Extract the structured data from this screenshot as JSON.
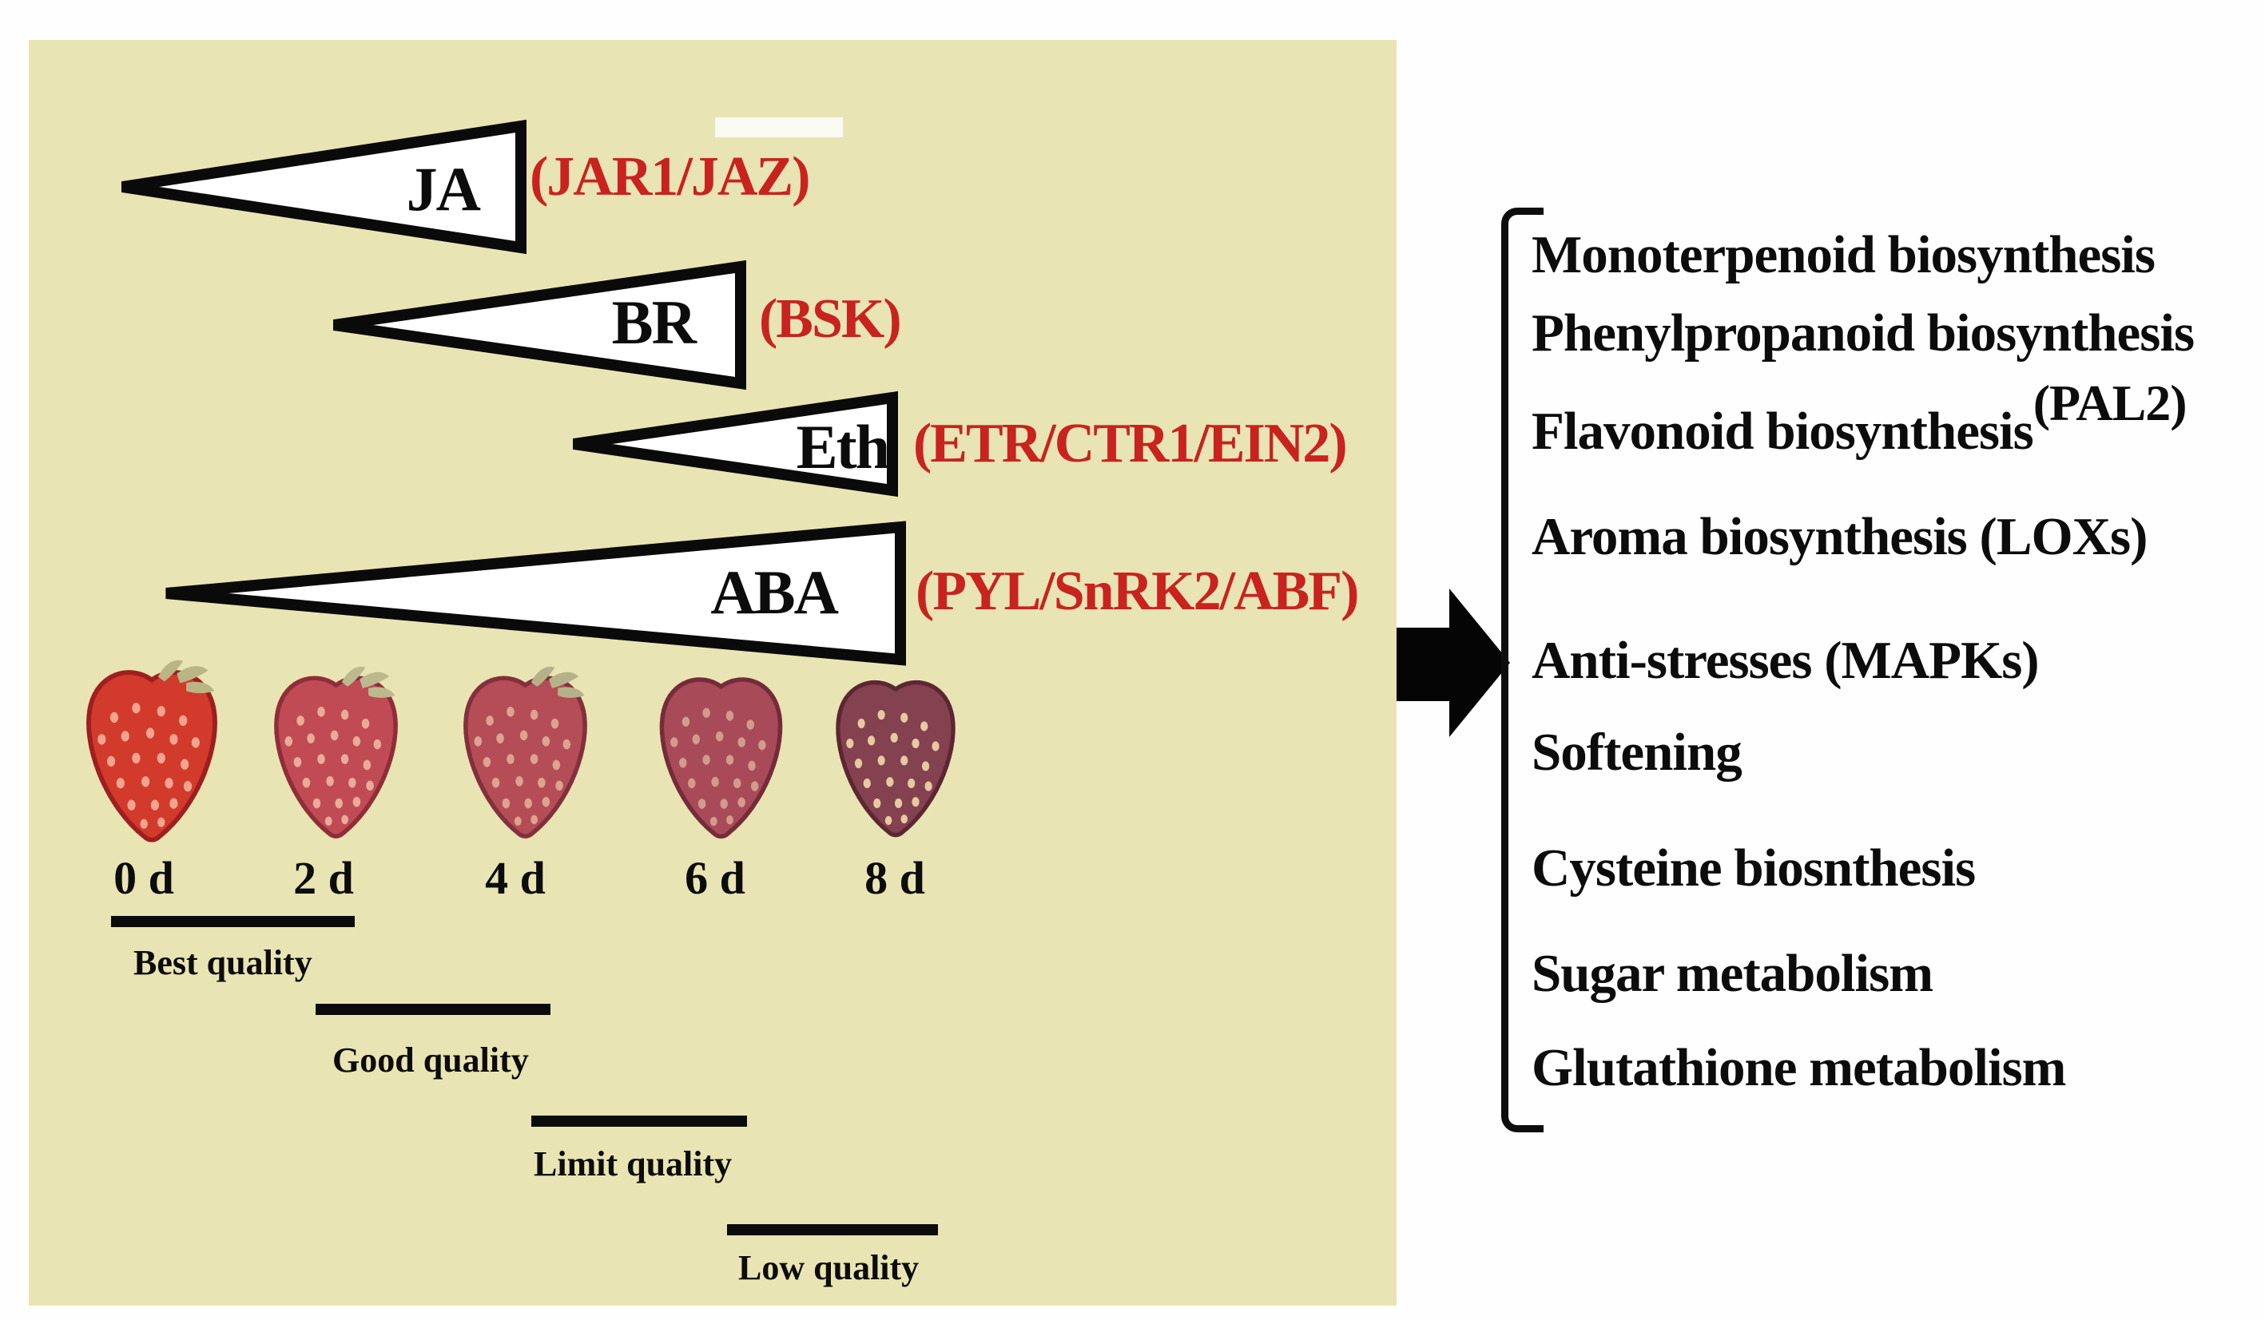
{
  "figure": {
    "panel_bg": "#e9e4b3",
    "accent_red": "#c8231f",
    "triangle_fill": "#ffffff",
    "triangle_stroke": "#0a0a0a"
  },
  "hormones": [
    {
      "abbr": "JA",
      "genes": "(JAR1/JAZ)"
    },
    {
      "abbr": "BR",
      "genes": "(BSK)"
    },
    {
      "abbr": "Eth",
      "genes": "(ETR/CTR1/EIN2)"
    },
    {
      "abbr": "ABA",
      "genes": "(PYL/SnRK2/ABF)"
    }
  ],
  "ripening": {
    "days": [
      {
        "label": "0 d"
      },
      {
        "label": "2 d"
      },
      {
        "label": "4 d"
      },
      {
        "label": "6 d"
      },
      {
        "label": "8 d"
      }
    ],
    "berry_colors": [
      {
        "body": "#d23a2c",
        "edge": "#9e1f1f",
        "seed": "#f2a58c",
        "calyx": "#b9b584"
      },
      {
        "body": "#c04b54",
        "edge": "#8f2e38",
        "seed": "#e9ab9b",
        "calyx": "#bcb98e"
      },
      {
        "body": "#b44d56",
        "edge": "#83303d",
        "seed": "#dda291",
        "calyx": "#b5b289"
      },
      {
        "body": "#a84a58",
        "edge": "#752c3a",
        "seed": "#d39a8e",
        "calyx": ""
      },
      {
        "body": "#84414f",
        "edge": "#5c2733",
        "seed": "#e7c9a1",
        "calyx": ""
      }
    ]
  },
  "quality_stages": [
    {
      "label": "Best quality"
    },
    {
      "label": "Good quality"
    },
    {
      "label": "Limit quality"
    },
    {
      "label": "Low quality"
    }
  ],
  "processes": {
    "items": [
      {
        "label": "Monoterpenoid biosynthesis"
      },
      {
        "label": "Phenylpropanoid biosynthesis"
      },
      {
        "label": "Flavonoid biosynthesis",
        "sup": "(PAL2)"
      },
      {
        "label": "Aroma biosynthesis (LOXs)"
      },
      {
        "label": "Anti-stresses (MAPKs)"
      },
      {
        "label": "Softening"
      },
      {
        "label": "Cysteine biosnthesis"
      },
      {
        "label": "Sugar metabolism"
      },
      {
        "label": "Glutathione metabolism"
      }
    ]
  }
}
